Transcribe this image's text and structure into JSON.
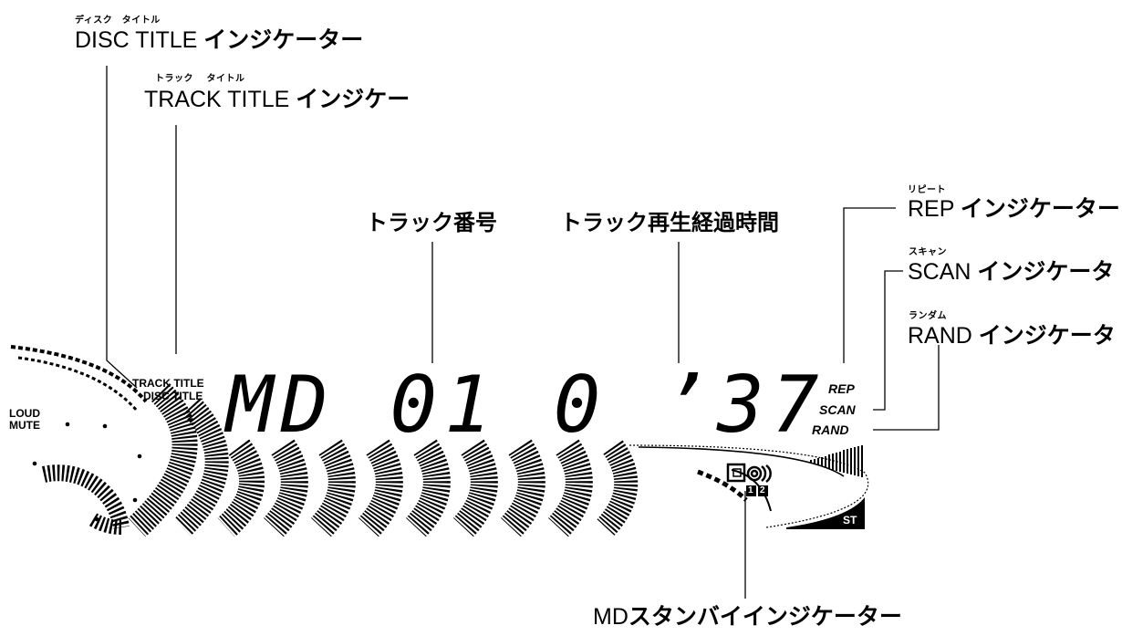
{
  "callouts": {
    "disc_title": {
      "ruby": "ディスク　タイトル",
      "en": "DISC  TITLE ",
      "jp": "インジケーター"
    },
    "track_title": {
      "ruby": "トラック　 タイトル",
      "en": "TRACK  TITLE ",
      "jp": "インジケー"
    },
    "track_number": {
      "label": "トラック番号"
    },
    "elapsed_time": {
      "label": "トラック再生経過時間"
    },
    "rep": {
      "ruby": "リピート",
      "en": "REP ",
      "jp": "インジケーター"
    },
    "scan": {
      "ruby": "スキャン",
      "en": "SCAN ",
      "jp": "インジケータ"
    },
    "rand": {
      "ruby": "ランダム",
      "en": "RAND ",
      "jp": "インジケータ"
    },
    "md_standby": {
      "en": "MD",
      "jp": "スタンバイインジケーター"
    }
  },
  "display": {
    "track_title_text": "TRACK TITLE",
    "disc_title_text": "DISC TITLE",
    "loud_text": "LOUD",
    "mute_text": "MUTE",
    "segment_text": "MD  01     0 ’37",
    "rep_text": "REP",
    "scan_text": "SCAN",
    "rand_text": "RAND",
    "st_text": "ST",
    "disc1": "1",
    "disc2": "2"
  }
}
